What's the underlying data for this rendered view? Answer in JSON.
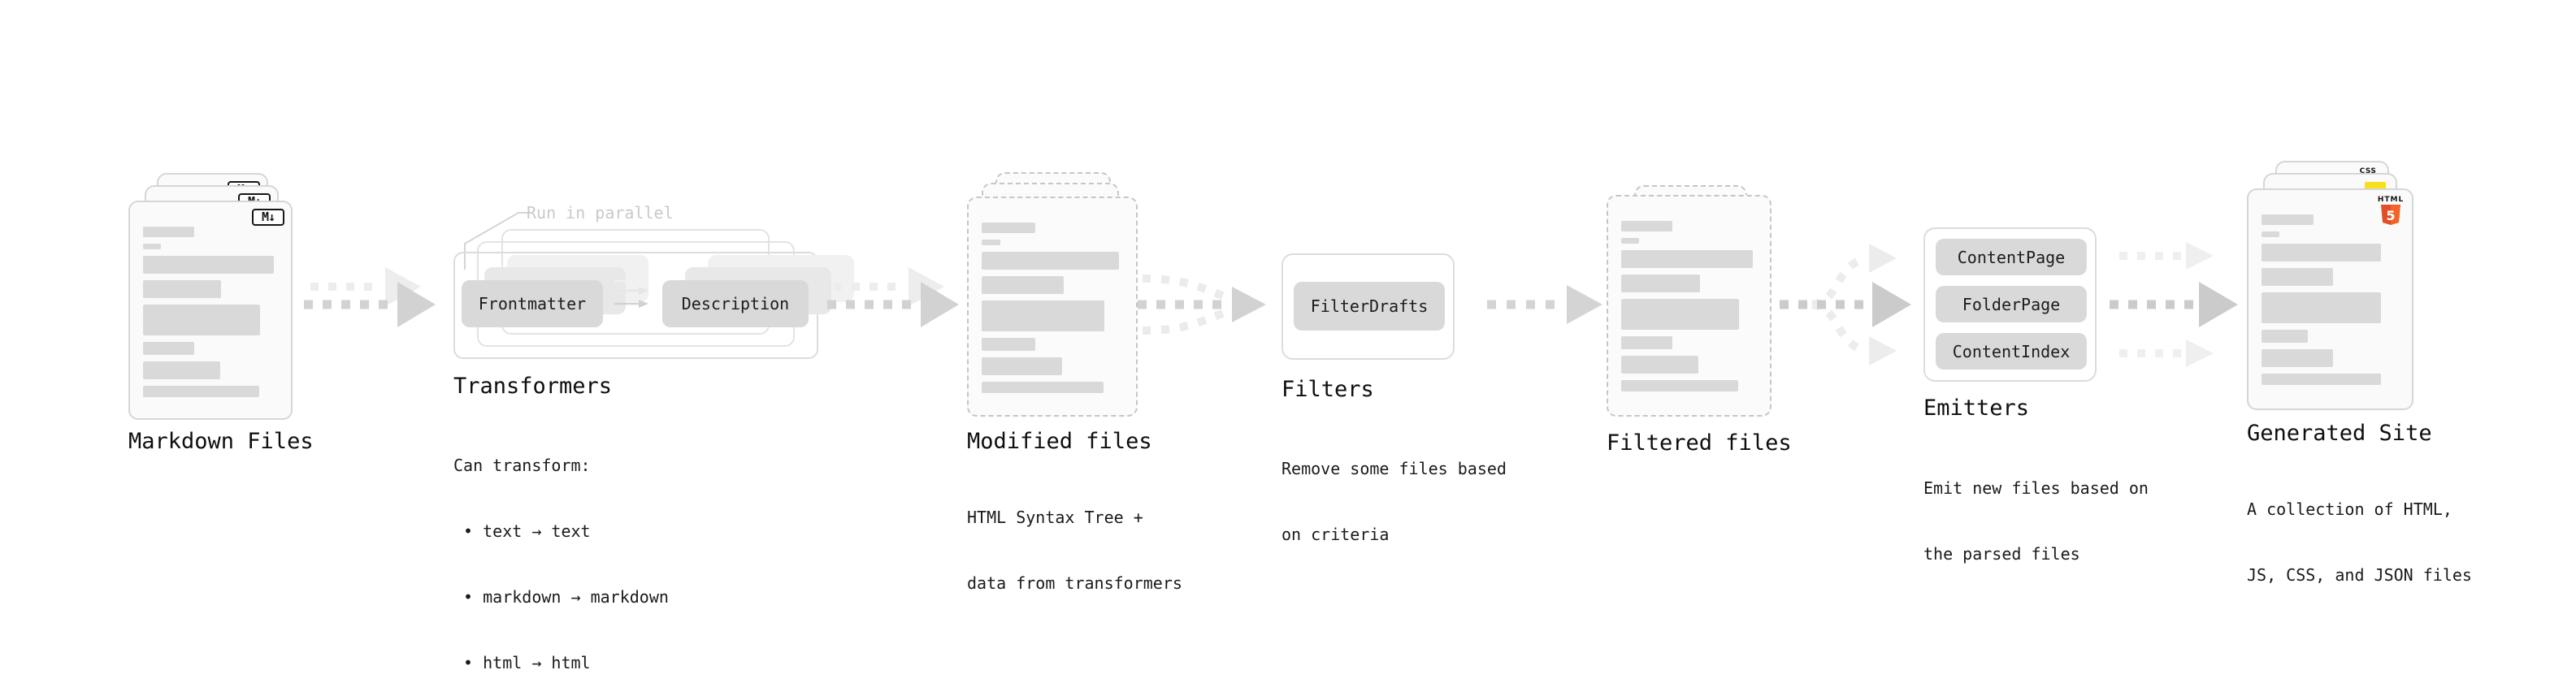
{
  "colors": {
    "html5_orange": "#e44d26",
    "html5_orange_light": "#f16529",
    "js_yellow": "#f7df1e",
    "css_blue": "#2d6fe3",
    "placeholder_gray": "#d9d9d9",
    "arrow_gray": "#d2d2d2",
    "text_dark": "#141414"
  },
  "nodes": {
    "markdown": {
      "title": "Markdown Files",
      "badge": "M↓"
    },
    "transformers": {
      "title": "Transformers",
      "annotation": "Run in parallel",
      "pills": [
        "Frontmatter",
        "Description"
      ],
      "desc": [
        "Can transform:",
        " • text → text",
        " • markdown → markdown",
        " • html → html"
      ]
    },
    "modified": {
      "title": "Modified files",
      "desc": [
        "HTML Syntax Tree +",
        "data from transformers"
      ]
    },
    "filters": {
      "title": "Filters",
      "pills": [
        "FilterDrafts"
      ],
      "desc": [
        "Remove some files based",
        "on criteria"
      ]
    },
    "filtered": {
      "title": "Filtered files"
    },
    "emitters": {
      "title": "Emitters",
      "pills": [
        "ContentPage",
        "FolderPage",
        "ContentIndex"
      ],
      "desc": [
        "Emit new files based on",
        "the parsed files"
      ]
    },
    "generated": {
      "title": "Generated Site",
      "badges": {
        "css": "CSS",
        "html_label": "HTML",
        "html_number": "5"
      },
      "desc": [
        "A collection of HTML,",
        "JS, CSS, and JSON files"
      ]
    }
  }
}
